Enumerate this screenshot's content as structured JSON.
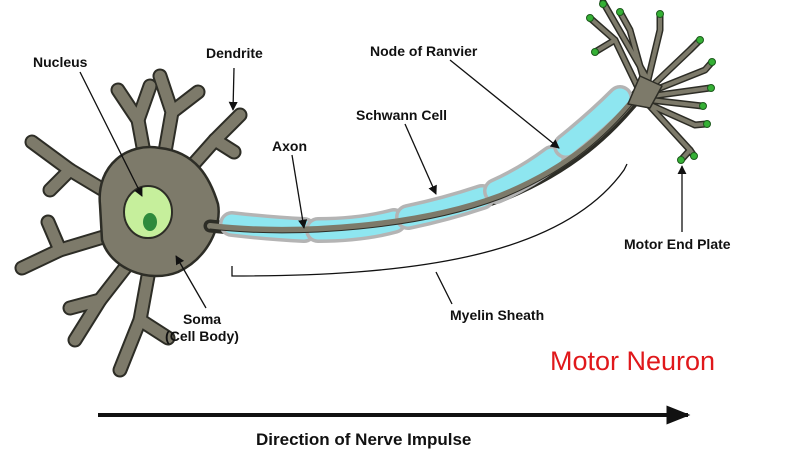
{
  "diagram": {
    "title": "Motor Neuron",
    "labels": {
      "nucleus": "Nucleus",
      "dendrite": "Dendrite",
      "axon": "Axon",
      "node_of_ranvier": "Node of Ranvier",
      "schwann_cell": "Schwann Cell",
      "soma_line1": "Soma",
      "soma_line2": "(Cell Body)",
      "myelin_sheath": "Myelin Sheath",
      "motor_end_plate": "Motor End Plate"
    },
    "caption": "Direction of Nerve Impulse"
  },
  "colors": {
    "cell_body": "#7d7a6a",
    "outline": "#2d2d26",
    "nucleus": "#c6ef9c",
    "nucleolus": "#2e8a3c",
    "myelin": "#8ee6f0",
    "myelin_outline": "#b4b4b4",
    "terminal_bulb": "#35b035",
    "title": "#e0181b"
  }
}
